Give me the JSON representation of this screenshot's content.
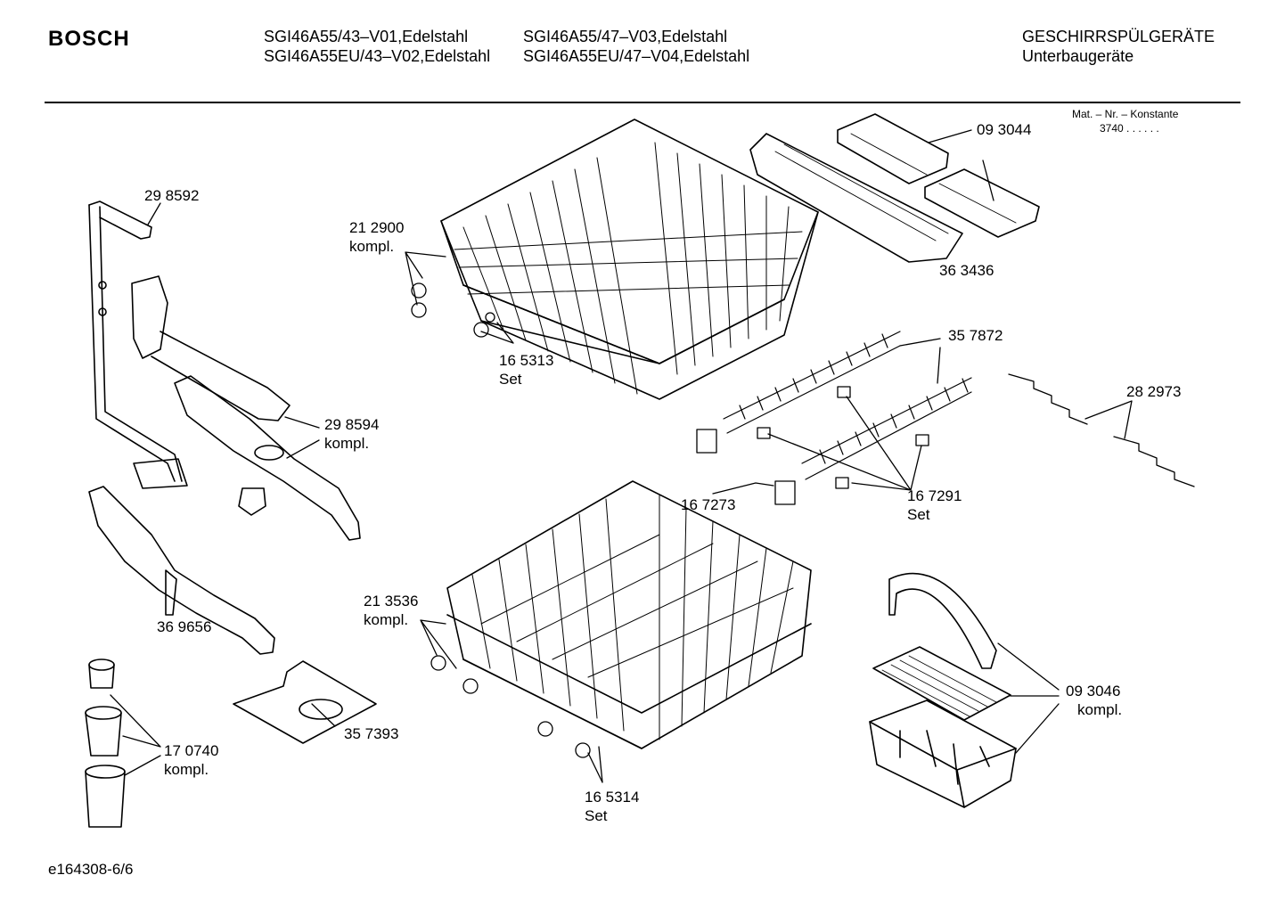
{
  "header": {
    "brand": "BOSCH",
    "models_col1": [
      "SGI46A55/43–V01,Edelstahl",
      "SGI46A55EU/43–V02,Edelstahl"
    ],
    "models_col2": [
      "SGI46A55/47–V03,Edelstahl",
      "SGI46A55EU/47–V04,Edelstahl"
    ],
    "category": "GESCHIRRSPÜLGERÄTE",
    "subcategory": "Unterbaugeräte"
  },
  "constant": {
    "label": "Mat. – Nr. – Konstante",
    "value": "3740  .  .    .  .  .  ."
  },
  "parts": [
    {
      "id": "p298592",
      "number": "29 8592",
      "note": ""
    },
    {
      "id": "p212900",
      "number": "21 2900",
      "note": "kompl."
    },
    {
      "id": "p165313",
      "number": "16 5313",
      "note": "Set"
    },
    {
      "id": "p093044",
      "number": "09 3044",
      "note": ""
    },
    {
      "id": "p363436",
      "number": "36 3436",
      "note": ""
    },
    {
      "id": "p357872",
      "number": "35 7872",
      "note": ""
    },
    {
      "id": "p282973",
      "number": "28 2973",
      "note": ""
    },
    {
      "id": "p298594",
      "number": "29 8594",
      "note": "kompl."
    },
    {
      "id": "p167273",
      "number": "16 7273",
      "note": ""
    },
    {
      "id": "p167291",
      "number": "16 7291",
      "note": "Set"
    },
    {
      "id": "p213536",
      "number": "21 3536",
      "note": "kompl."
    },
    {
      "id": "p369656",
      "number": "36 9656",
      "note": ""
    },
    {
      "id": "p093046",
      "number": "09 3046",
      "note": "kompl."
    },
    {
      "id": "p357393",
      "number": "35 7393",
      "note": ""
    },
    {
      "id": "p170740",
      "number": "17 0740",
      "note": "kompl."
    },
    {
      "id": "p165314",
      "number": "16 5314",
      "note": "Set"
    }
  ],
  "footer": {
    "code": "e164308-6/6"
  }
}
